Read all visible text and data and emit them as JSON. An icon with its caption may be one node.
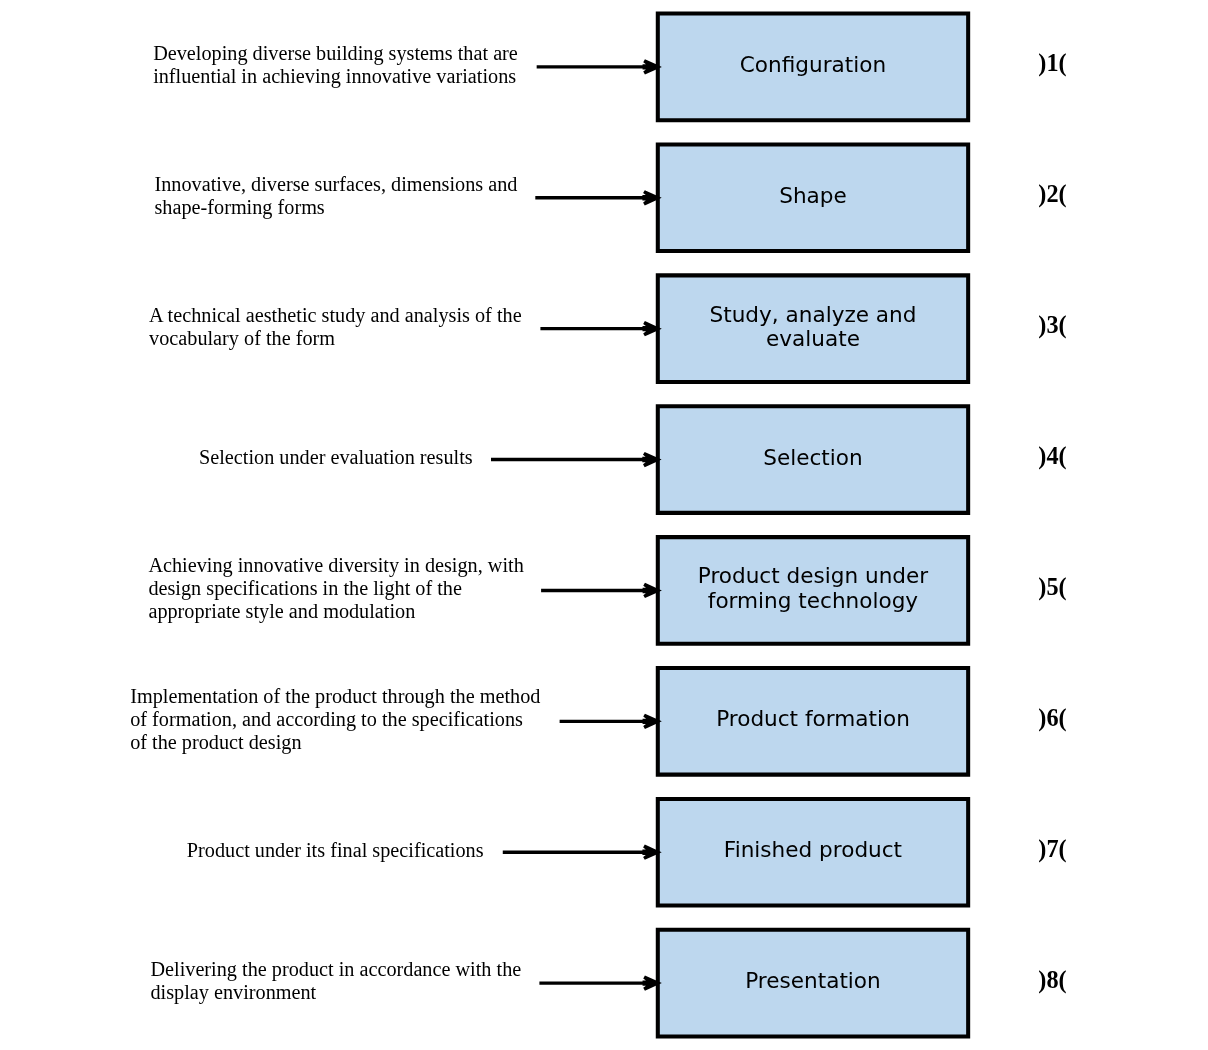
{
  "diagram": {
    "nodes": [
      {
        "text": [
          "Developing diverse building systems that are influential in achieving innovative variations"
        ]
      },
      {
        "text": [
          "Configuration"
        ],
        "beside": [
          ")1("
        ]
      },
      {
        "text": [
          "Innovative, diverse surfaces, dimensions and shape-forming forms"
        ]
      },
      {
        "text": [
          "Shape"
        ],
        "beside": [
          ")2("
        ]
      },
      {
        "text": [
          "A technical aesthetic study and analysis of the vocabulary of the form"
        ]
      },
      {
        "text": [
          "Study, analyze and evaluate"
        ],
        "beside": [
          ")3("
        ]
      },
      {
        "text": [
          "Selection under evaluation results"
        ]
      },
      {
        "text": [
          "Selection"
        ],
        "beside": [
          ")4("
        ]
      },
      {
        "text": [
          "Achieving innovative diversity in design, with design specifications in the light of the appropriate style and modulation"
        ]
      },
      {
        "text": [
          "Product design under forming technology"
        ],
        "beside": [
          ")5("
        ]
      },
      {
        "text": [
          "Implementation of the product through the method of formation, and according to the specifications of the product design"
        ]
      },
      {
        "text": [
          "Product formation"
        ],
        "beside": [
          ")6("
        ]
      },
      {
        "text": [
          "Product under its final specifications"
        ]
      },
      {
        "text": [
          "Finished product"
        ],
        "beside": [
          ")7("
        ]
      },
      {
        "text": [
          "Delivering the product in accordance with the display environment"
        ]
      },
      {
        "text": [
          "Presentation"
        ],
        "beside": [
          ")8("
        ]
      }
    ],
    "edges": [
      {
        "from": 0,
        "to": 1,
        "arrow": "to"
      },
      {
        "from": 2,
        "to": 3,
        "arrow": "to"
      },
      {
        "from": 4,
        "to": 5,
        "arrow": "to"
      },
      {
        "from": 6,
        "to": 7,
        "arrow": "to"
      },
      {
        "from": 8,
        "to": 9,
        "arrow": "to"
      },
      {
        "from": 10,
        "to": 11,
        "arrow": "to"
      },
      {
        "from": 12,
        "to": 13,
        "arrow": "to"
      },
      {
        "from": 14,
        "to": 15,
        "arrow": "to"
      }
    ]
  }
}
